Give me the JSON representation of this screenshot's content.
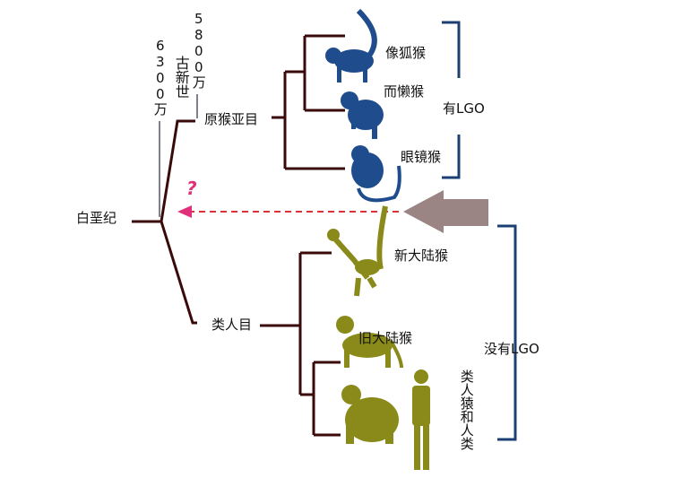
{
  "root": "白垩纪",
  "time_63": "6300万",
  "epoch": "古新世",
  "time_58": "5800万",
  "prosimii": "原猴亚目",
  "anthropoidea": "类人目",
  "taxa": [
    "像狐猴",
    "而懒猴",
    "眼镜猴",
    "新大陆猴",
    "旧大陆猴",
    "类人猿和人类"
  ],
  "has_lgo": "有LGO",
  "no_lgo": "没有LGO",
  "question": "?",
  "colors": {
    "tree": "#3a0a0a",
    "blue": "#1e4c8c",
    "olive": "#8a8a1a",
    "bracket": "#1c3f73",
    "dash": "#e0303a",
    "arrow": "#9a8484",
    "pink": "#e0307a"
  }
}
